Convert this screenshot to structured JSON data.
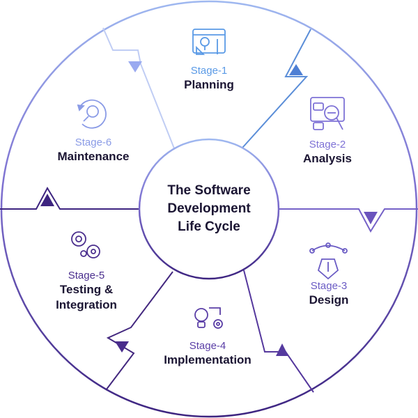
{
  "center": {
    "lines": [
      "The Software",
      "Development",
      "Life Cycle"
    ]
  },
  "stages": [
    {
      "number": "Stage-1",
      "name_lines": [
        "Planning"
      ],
      "icon": "blueprint-icon",
      "color": "#5a9ae6"
    },
    {
      "number": "Stage-2",
      "name_lines": [
        "Analysis"
      ],
      "icon": "analysis-icon",
      "color": "#7e72d6"
    },
    {
      "number": "Stage-3",
      "name_lines": [
        "Design"
      ],
      "icon": "pen-tool-icon",
      "color": "#6a5bc4"
    },
    {
      "number": "Stage-4",
      "name_lines": [
        "Implementation"
      ],
      "icon": "lightbulb-gear-icon",
      "color": "#5a3ea6"
    },
    {
      "number": "Stage-5",
      "name_lines": [
        "Testing &",
        "Integration"
      ],
      "icon": "gears-icon",
      "color": "#4b2f8e"
    },
    {
      "number": "Stage-6",
      "name_lines": [
        "Maintenance"
      ],
      "icon": "maintenance-cycle-icon",
      "color": "#8a9be6"
    }
  ],
  "colors": {
    "title_text": "#1b1533",
    "ring_light": "#9fb8f0",
    "ring_dark": "#3d2480"
  }
}
